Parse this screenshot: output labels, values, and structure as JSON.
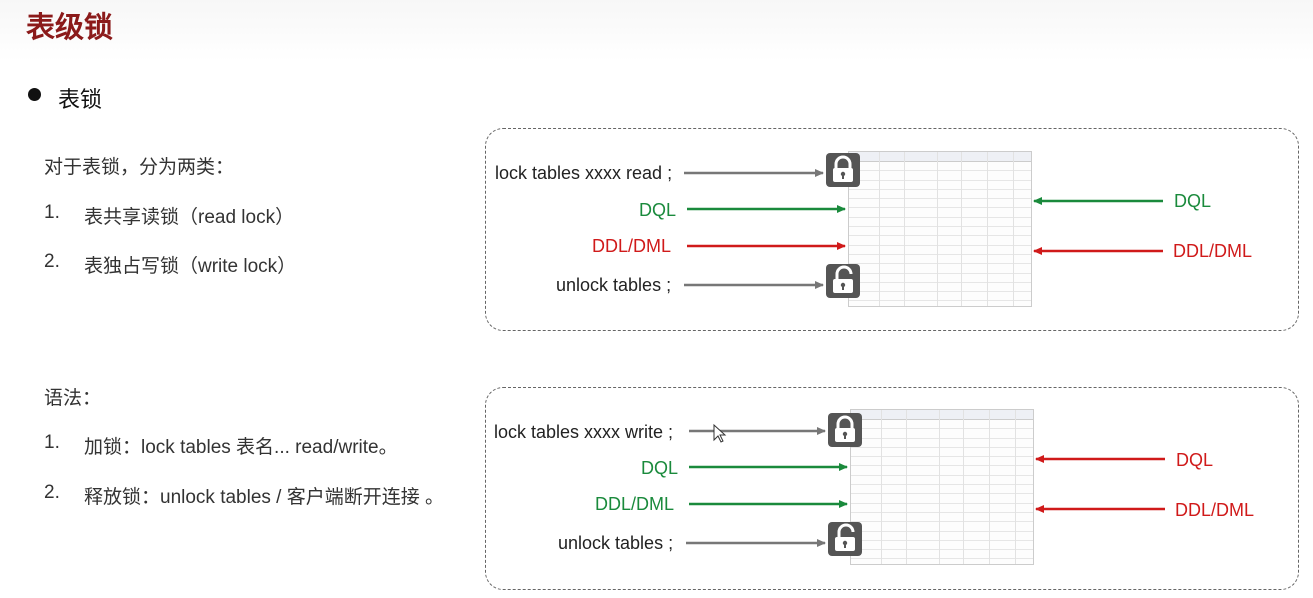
{
  "header": {
    "title": "表级锁"
  },
  "bullet": {
    "text": "表锁"
  },
  "intro": {
    "heading": "对于表锁，分为两类：",
    "items": [
      {
        "num": "1.",
        "text": "表共享读锁（read lock）"
      },
      {
        "num": "2.",
        "text": "表独占写锁（write lock）"
      }
    ]
  },
  "syntax": {
    "heading": "语法：",
    "items": [
      {
        "num": "1.",
        "text": "加锁：lock tables  表名...  read/write。"
      },
      {
        "num": "2.",
        "text": "释放锁：unlock  tables / 客户端断开连接 。"
      }
    ]
  },
  "read_diagram": {
    "lock_cmd": "lock tables xxxx read ;",
    "left_dql": "DQL",
    "left_ddl": "DDL/DML",
    "unlock_cmd": "unlock tables ;",
    "right_dql": "DQL",
    "right_ddl": "DDL/DML"
  },
  "write_diagram": {
    "lock_cmd": "lock tables xxxx write ;",
    "left_dql": "DQL",
    "left_ddl": "DDL/DML",
    "unlock_cmd": "unlock tables ;",
    "right_dql": "DQL",
    "right_ddl": "DDL/DML"
  },
  "colors": {
    "title": "#8b1a1a",
    "green": "#1a8a3c",
    "red": "#d01a1a",
    "gray_arrow": "#777777"
  }
}
